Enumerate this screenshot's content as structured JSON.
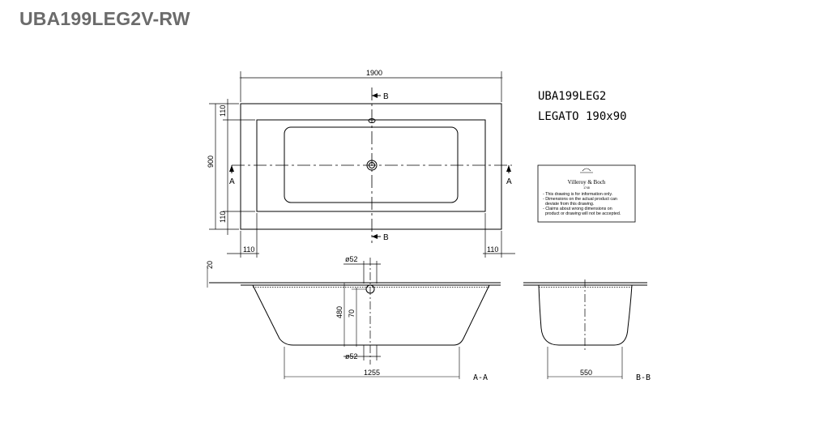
{
  "title": "UBA199LEG2V-RW",
  "model": "UBA199LEG2",
  "name": "LEGATO 190x90",
  "dims": {
    "length": "1900",
    "width": "900",
    "rim_top": "110",
    "rim_bottom": "110",
    "rim_left": "110",
    "rim_right": "110",
    "rim_height": "20",
    "overflow_dia": "ø52",
    "depth": "480",
    "overflow_offset": "70",
    "drain_dia": "ø52",
    "bottom_length": "1255",
    "bottom_width": "550"
  },
  "section_markers": {
    "a_left": "A",
    "a_right": "A",
    "b_top": "B",
    "b_bottom": "B"
  },
  "section_labels": {
    "aa": "A-A",
    "bb": "B-B"
  },
  "notice": {
    "brand": "Villeroy & Boch",
    "brand_sub": "1748",
    "lines": [
      "- This drawing is for information only.",
      "- Dimensions on the actual product can",
      "  deviate from this drawing.",
      "- Claims about wrong dimensions on",
      "  product or drawing will not be accepted."
    ]
  }
}
